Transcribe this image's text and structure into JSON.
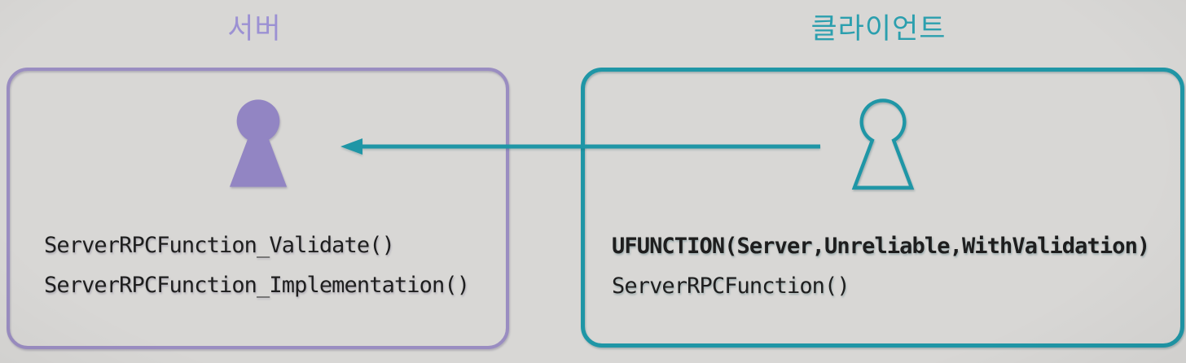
{
  "diagram": {
    "server": {
      "title": "서버",
      "code_lines": [
        "ServerRPCFunction_Validate()",
        "ServerRPCFunction_Implementation()"
      ],
      "icon": "person-silhouette-filled"
    },
    "client": {
      "title": "클라이언트",
      "code_lines": [
        "UFUNCTION(Server,Unreliable,WithValidation)",
        "ServerRPCFunction()"
      ],
      "icon": "person-silhouette-outline"
    },
    "arrow": {
      "from": "client",
      "to": "server",
      "direction": "right-to-left"
    },
    "colors": {
      "background": "#d8d7d5",
      "server_border": "#9a8dc1",
      "server_title": "#9c91d3",
      "server_icon_fill": "#9285c3",
      "client_accent": "#1f96a6",
      "client_title": "#2b9fae",
      "code_text": "#1e1e1e"
    }
  }
}
